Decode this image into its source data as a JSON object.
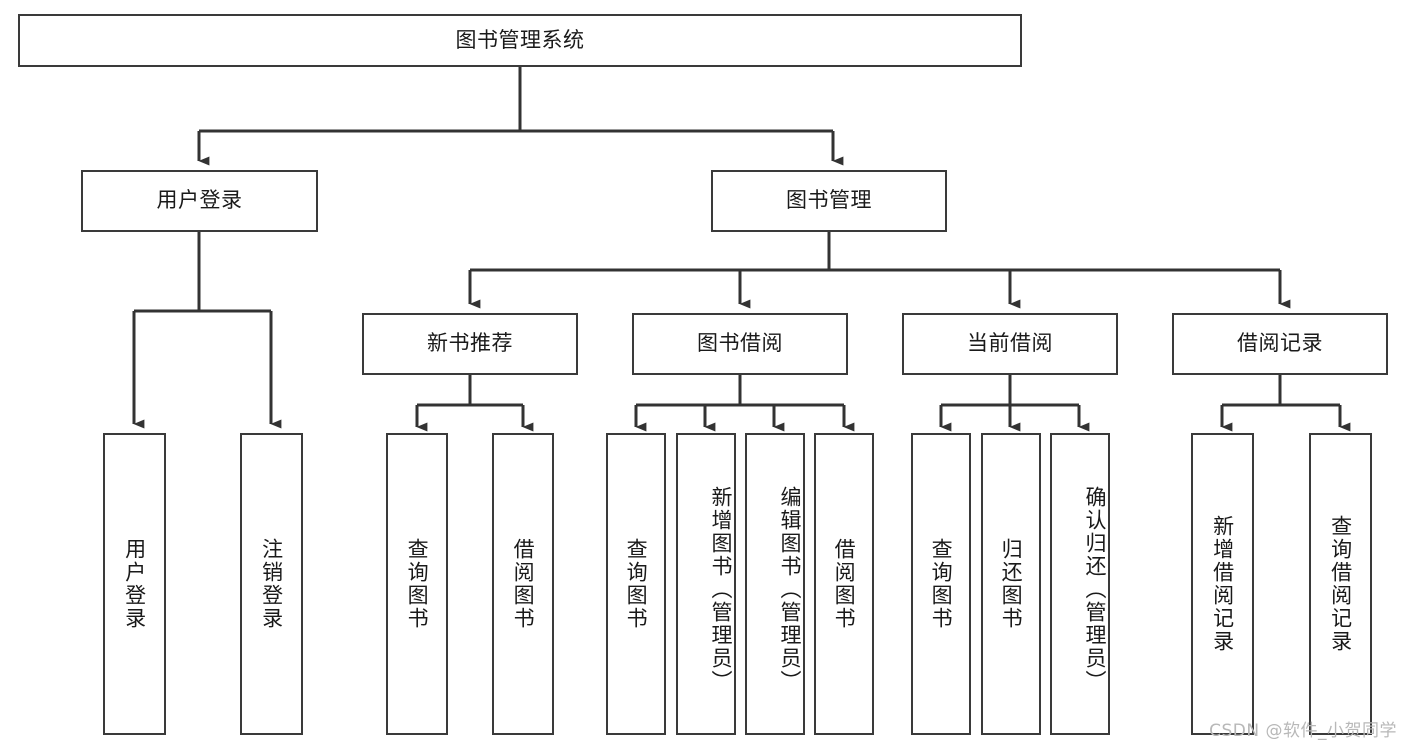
{
  "diagram": {
    "title": "图书管理系统",
    "type": "tree-hierarchy",
    "root": {
      "id": "root",
      "label": "图书管理系统"
    },
    "level2": [
      {
        "id": "user-login",
        "label": "用户登录"
      },
      {
        "id": "book-management",
        "label": "图书管理"
      }
    ],
    "level3": [
      {
        "id": "new-book-recommend",
        "label": "新书推荐",
        "parent": "book-management"
      },
      {
        "id": "book-borrow",
        "label": "图书借阅",
        "parent": "book-management"
      },
      {
        "id": "current-borrow",
        "label": "当前借阅",
        "parent": "book-management"
      },
      {
        "id": "borrow-record",
        "label": "借阅记录",
        "parent": "book-management"
      }
    ],
    "leaves": [
      {
        "id": "leaf-user-login",
        "label": "用户登录",
        "parent": "user-login"
      },
      {
        "id": "leaf-user-logout",
        "label": "注销登录",
        "parent": "user-login"
      },
      {
        "id": "leaf-query-book-1",
        "label": "查询图书",
        "parent": "new-book-recommend"
      },
      {
        "id": "leaf-borrow-book-1",
        "label": "借阅图书",
        "parent": "new-book-recommend"
      },
      {
        "id": "leaf-query-book-2",
        "label": "查询图书",
        "parent": "book-borrow"
      },
      {
        "id": "leaf-add-book",
        "label": "新增图书（管理员）",
        "parent": "book-borrow"
      },
      {
        "id": "leaf-edit-book",
        "label": "编辑图书（管理员）",
        "parent": "book-borrow"
      },
      {
        "id": "leaf-borrow-book-2",
        "label": "借阅图书",
        "parent": "book-borrow"
      },
      {
        "id": "leaf-query-book-3",
        "label": "查询图书",
        "parent": "current-borrow"
      },
      {
        "id": "leaf-return-book",
        "label": "归还图书",
        "parent": "current-borrow"
      },
      {
        "id": "leaf-confirm-return",
        "label": "确认归还（管理员）",
        "parent": "current-borrow"
      },
      {
        "id": "leaf-add-record",
        "label": "新增借阅记录",
        "parent": "borrow-record"
      },
      {
        "id": "leaf-query-record",
        "label": "查询借阅记录",
        "parent": "borrow-record"
      }
    ],
    "colors": {
      "border": "#3a3a3a",
      "background": "#ffffff",
      "text": "#1a1a1a",
      "edge": "#333333",
      "watermark": "#b8b8b8"
    }
  },
  "watermark": {
    "text": "CSDN @软件_小贺同学"
  }
}
